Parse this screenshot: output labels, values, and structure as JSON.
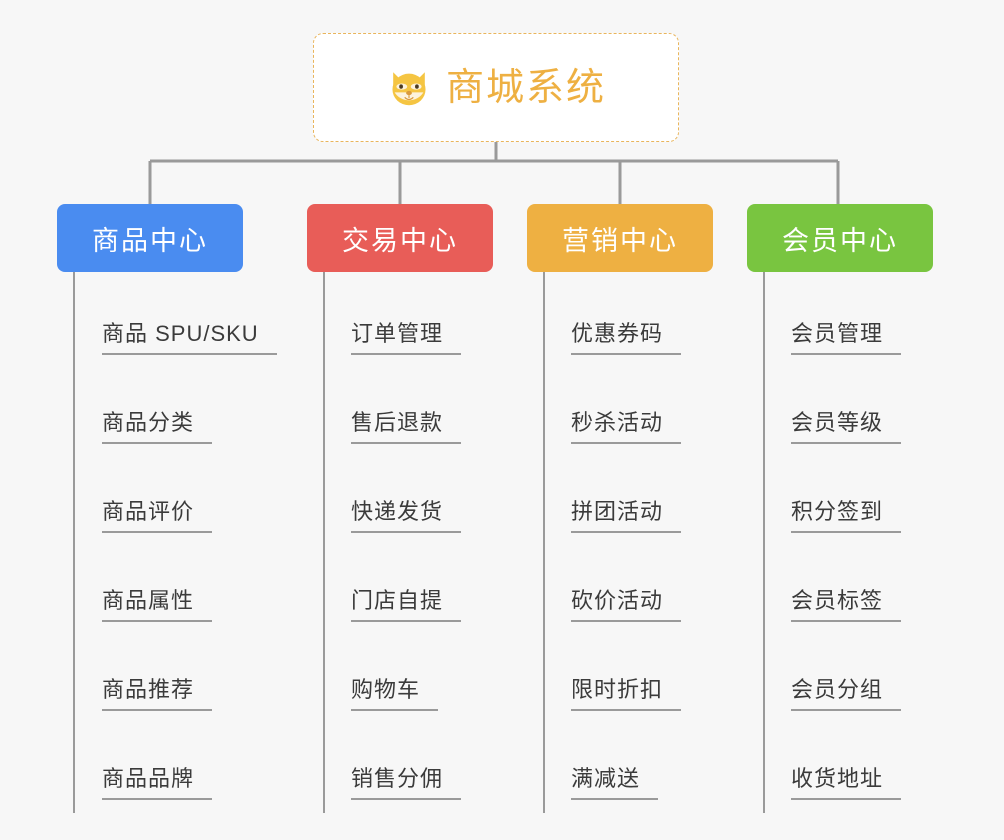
{
  "root": {
    "title": "商城系统",
    "icon": "shiba-dog-face-icon",
    "text_color": "#eeb042",
    "border_color": "#e9b55c",
    "background": "#ffffff"
  },
  "canvas": {
    "background": "#f7f7f7",
    "connector_color": "#9a9a9a"
  },
  "categories": [
    {
      "label": "商品中心",
      "color": "#4a8cf0",
      "items": [
        "商品 SPU/SKU",
        "商品分类",
        "商品评价",
        "商品属性",
        "商品推荐",
        "商品品牌"
      ]
    },
    {
      "label": "交易中心",
      "color": "#e85d58",
      "items": [
        "订单管理",
        "售后退款",
        "快递发货",
        "门店自提",
        "购物车",
        "销售分佣"
      ]
    },
    {
      "label": "营销中心",
      "color": "#eeb042",
      "items": [
        "优惠券码",
        "秒杀活动",
        "拼团活动",
        "砍价活动",
        "限时折扣",
        "满减送"
      ]
    },
    {
      "label": "会员中心",
      "color": "#79c540",
      "items": [
        "会员管理",
        "会员等级",
        "积分签到",
        "会员标签",
        "会员分组",
        "收货地址"
      ]
    }
  ]
}
